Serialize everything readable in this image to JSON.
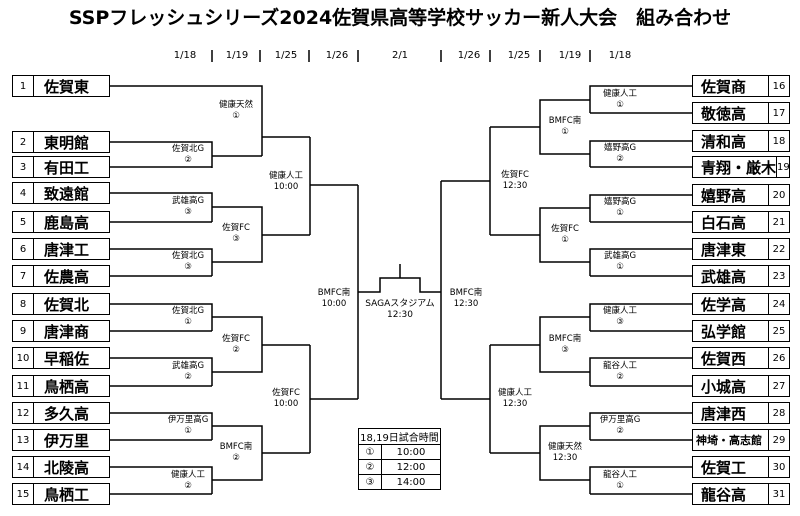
{
  "title": "SSPフレッシュシリーズ2024佐賀県高等学校サッカー新人大会　組み合わせ",
  "dates_left": [
    "1/18",
    "1/19",
    "1/25",
    "1/26"
  ],
  "final_date": "2/1",
  "dates_right": [
    "1/26",
    "1/25",
    "1/19",
    "1/18"
  ],
  "left_teams": [
    {
      "num": "1",
      "name": "佐賀東"
    },
    {
      "num": "2",
      "name": "東明館"
    },
    {
      "num": "3",
      "name": "有田工"
    },
    {
      "num": "4",
      "name": "致遠館"
    },
    {
      "num": "5",
      "name": "鹿島高"
    },
    {
      "num": "6",
      "name": "唐津工"
    },
    {
      "num": "7",
      "name": "佐農高"
    },
    {
      "num": "8",
      "name": "佐賀北"
    },
    {
      "num": "9",
      "name": "唐津商"
    },
    {
      "num": "10",
      "name": "早稲佐"
    },
    {
      "num": "11",
      "name": "鳥栖高"
    },
    {
      "num": "12",
      "name": "多久高"
    },
    {
      "num": "13",
      "name": "伊万里"
    },
    {
      "num": "14",
      "name": "北陵高"
    },
    {
      "num": "15",
      "name": "鳥栖工"
    }
  ],
  "right_teams": [
    {
      "num": "16",
      "name": "佐賀商"
    },
    {
      "num": "17",
      "name": "敬徳高"
    },
    {
      "num": "18",
      "name": "清和高"
    },
    {
      "num": "19",
      "name": "青翔・厳木"
    },
    {
      "num": "20",
      "name": "嬉野高"
    },
    {
      "num": "21",
      "name": "白石高"
    },
    {
      "num": "22",
      "name": "唐津東"
    },
    {
      "num": "23",
      "name": "武雄高"
    },
    {
      "num": "24",
      "name": "佐学高"
    },
    {
      "num": "25",
      "name": "弘学館"
    },
    {
      "num": "26",
      "name": "佐賀西"
    },
    {
      "num": "27",
      "name": "小城高"
    },
    {
      "num": "28",
      "name": "唐津西"
    },
    {
      "num": "29",
      "name": "神埼・高志館"
    },
    {
      "num": "30",
      "name": "佐賀工"
    },
    {
      "num": "31",
      "name": "龍谷高"
    }
  ],
  "match_labels_left": [
    {
      "venue": "健康天然",
      "slot": "①"
    },
    {
      "venue": "佐賀北G",
      "slot": "②"
    },
    {
      "venue": "武雄高G",
      "slot": "③"
    },
    {
      "venue": "佐賀FC",
      "slot": "③"
    },
    {
      "venue": "佐賀北G",
      "slot": "③"
    },
    {
      "venue": "健康人工",
      "slot": "10:00"
    },
    {
      "venue": "佐賀北G",
      "slot": "①"
    },
    {
      "venue": "佐賀FC",
      "slot": "②"
    },
    {
      "venue": "武雄高G",
      "slot": "②"
    },
    {
      "venue": "佐賀FC",
      "slot": "10:00"
    },
    {
      "venue": "伊万里高G",
      "slot": "①"
    },
    {
      "venue": "BMFC南",
      "slot": "②"
    },
    {
      "venue": "健康人工",
      "slot": "②"
    },
    {
      "venue": "BMFC南",
      "slot": "10:00"
    }
  ],
  "match_labels_right": [
    {
      "venue": "健康人工",
      "slot": "①"
    },
    {
      "venue": "BMFC南",
      "slot": "①"
    },
    {
      "venue": "嬉野高G",
      "slot": "②"
    },
    {
      "venue": "佐賀FC",
      "slot": "12:30"
    },
    {
      "venue": "嬉野高G",
      "slot": "①"
    },
    {
      "venue": "佐賀FC",
      "slot": "①"
    },
    {
      "venue": "武雄高G",
      "slot": "①"
    },
    {
      "venue": "健康人工",
      "slot": "③"
    },
    {
      "venue": "BMFC南",
      "slot": "③"
    },
    {
      "venue": "龍谷人工",
      "slot": "②"
    },
    {
      "venue": "健康人工",
      "slot": "12:30"
    },
    {
      "venue": "伊万里高G",
      "slot": "②"
    },
    {
      "venue": "健康天然",
      "slot": "12:30"
    },
    {
      "venue": "龍谷人工",
      "slot": "①"
    },
    {
      "venue": "BMFC南",
      "slot": "12:30"
    }
  ],
  "final": {
    "venue": "SAGAスタジアム",
    "time": "12:30"
  },
  "schedule": {
    "header": "18,19日試合時間",
    "rows": [
      {
        "slot": "①",
        "time": "10:00"
      },
      {
        "slot": "②",
        "time": "12:00"
      },
      {
        "slot": "③",
        "time": "14:00"
      }
    ]
  }
}
